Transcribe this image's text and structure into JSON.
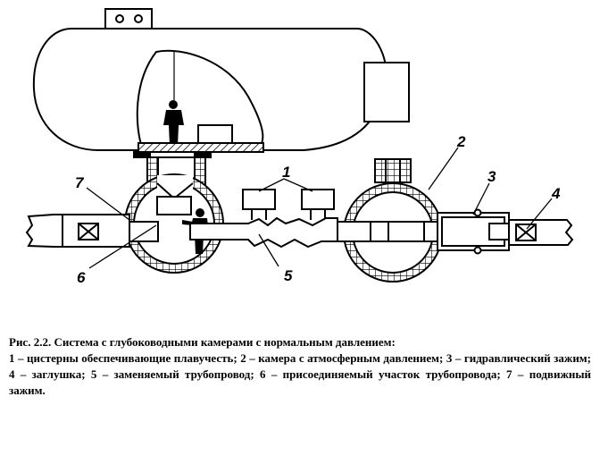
{
  "figure": {
    "labels": {
      "n1": "1",
      "n2": "2",
      "n3": "3",
      "n4": "4",
      "n5": "5",
      "n6": "6",
      "n7": "7"
    }
  },
  "caption": {
    "title": "Рис. 2.2. Система с глубоководными камерами с нормальным давлением:",
    "body": "1 – цистерны обеспечивающие плавучесть; 2 – камера с атмосферным давлением; 3 – гидравлический зажим; 4 – заглушка; 5 – заменяемый трубопровод; 6 – присоединяемый участок трубопровода; 7 – подвижный зажим."
  }
}
